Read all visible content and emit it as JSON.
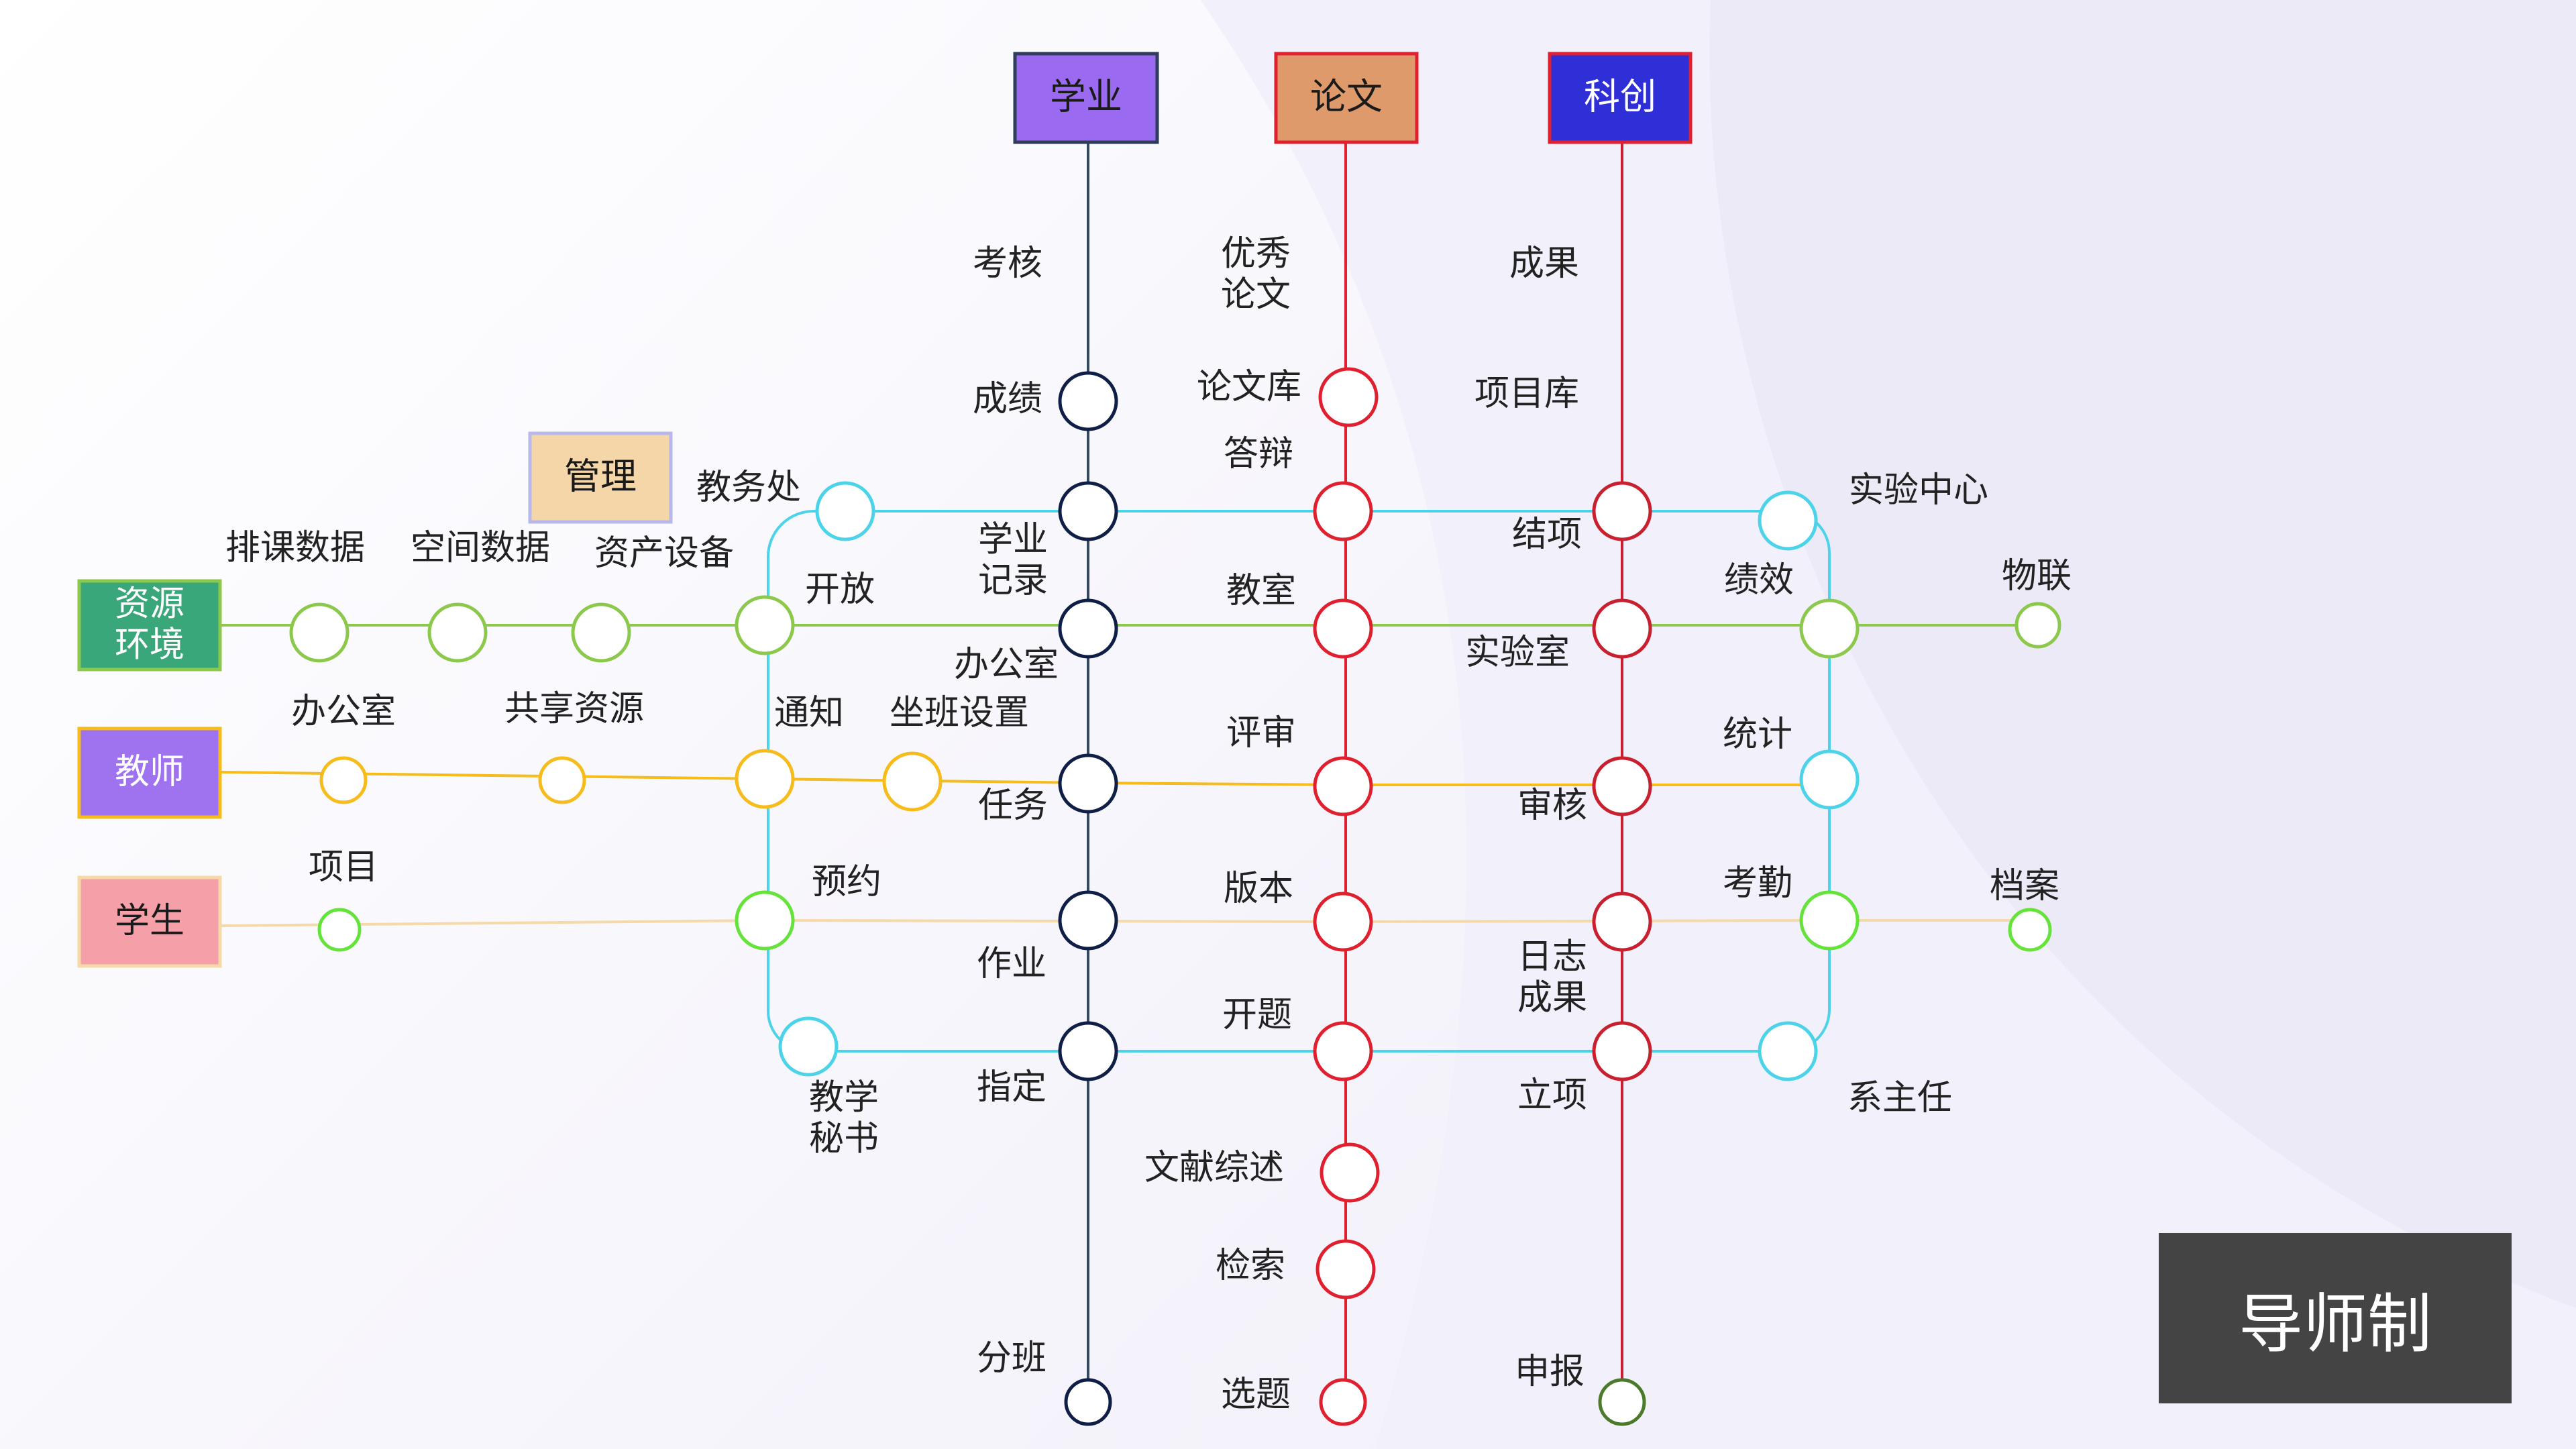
{
  "brand": {
    "label": "导师制"
  },
  "colors": {
    "xueye": "#34495e",
    "lunwen": "#e0202e",
    "kechuang": "#c8202e",
    "loop": "#4cd3ea",
    "resource": "#8cc84b",
    "teacher": "#f5bc1c",
    "student": "#f5d9a8",
    "station_xueye": "#0f1e46",
    "station_student": "#66e33b"
  },
  "header_boxes": [
    {
      "id": "xueye",
      "label": "学业",
      "bg": "#9a6bf0",
      "border": "#2f3c5a",
      "text": "#1a1a1a"
    },
    {
      "id": "lunwen",
      "label": "论文",
      "bg": "#de9a6a",
      "border": "#e0202e",
      "text": "#1a1a1a"
    },
    {
      "id": "kechuang",
      "label": "科创",
      "bg": "#2f2fd8",
      "border": "#e0202e",
      "text": "#ffffff"
    },
    {
      "id": "guanli",
      "label": "管理",
      "bg": "#f5d6a8",
      "border": "#b8b8ea",
      "text": "#1a1a1a"
    }
  ],
  "side_boxes": [
    {
      "id": "ziyuan",
      "label": "资源\n环境",
      "bg": "#3aa77a",
      "border": "#8cc84b",
      "text": "#ffffff"
    },
    {
      "id": "jiaoshi",
      "label": "教师",
      "bg": "#9f72f0",
      "border": "#f5bc1c",
      "text": "#ffffff"
    },
    {
      "id": "xuesheng",
      "label": "学生",
      "bg": "#f5a0a8",
      "border": "#f5d9a8",
      "text": "#1a1a1a"
    }
  ],
  "labels": {
    "kaohe": "考核",
    "chengji": "成绩",
    "xueye_jilu": "学业\n记录",
    "bangongshi_1": "办公室",
    "renwu": "任务",
    "zuoye": "作业",
    "zhiding": "指定",
    "fenban": "分班",
    "youxiu_lunwen": "优秀\n论文",
    "lunwenku": "论文库",
    "dabian": "答辩",
    "jiaoshi_room": "教室",
    "pingshen": "评审",
    "banben": "版本",
    "kaiti": "开题",
    "wenxian": "文献综述",
    "jiansuo": "检索",
    "xuanti": "选题",
    "chengguo": "成果",
    "xiangmuku": "项目库",
    "jiexiang": "结项",
    "shiyanshi": "实验室",
    "shenhe": "审核",
    "rizhi": "日志\n成果",
    "lixiang": "立项",
    "shenbao": "申报",
    "jiaowuchu": "教务处",
    "kaifang": "开放",
    "tongzhi": "通知",
    "yuyue": "预约",
    "jiaoxue_mishu": "教学\n秘书",
    "shiyan_zhongxin": "实验中心",
    "jixiao": "绩效",
    "tongji": "统计",
    "kaoqin": "考勤",
    "xizhuren": "系主任",
    "wulian": "物联",
    "dangan": "档案",
    "paike": "排课数据",
    "kongjian": "空间数据",
    "zichan": "资产设备",
    "bangongshi_2": "办公室",
    "gongxiang": "共享资源",
    "zuoban": "坐班设置",
    "xiangmu": "项目"
  }
}
